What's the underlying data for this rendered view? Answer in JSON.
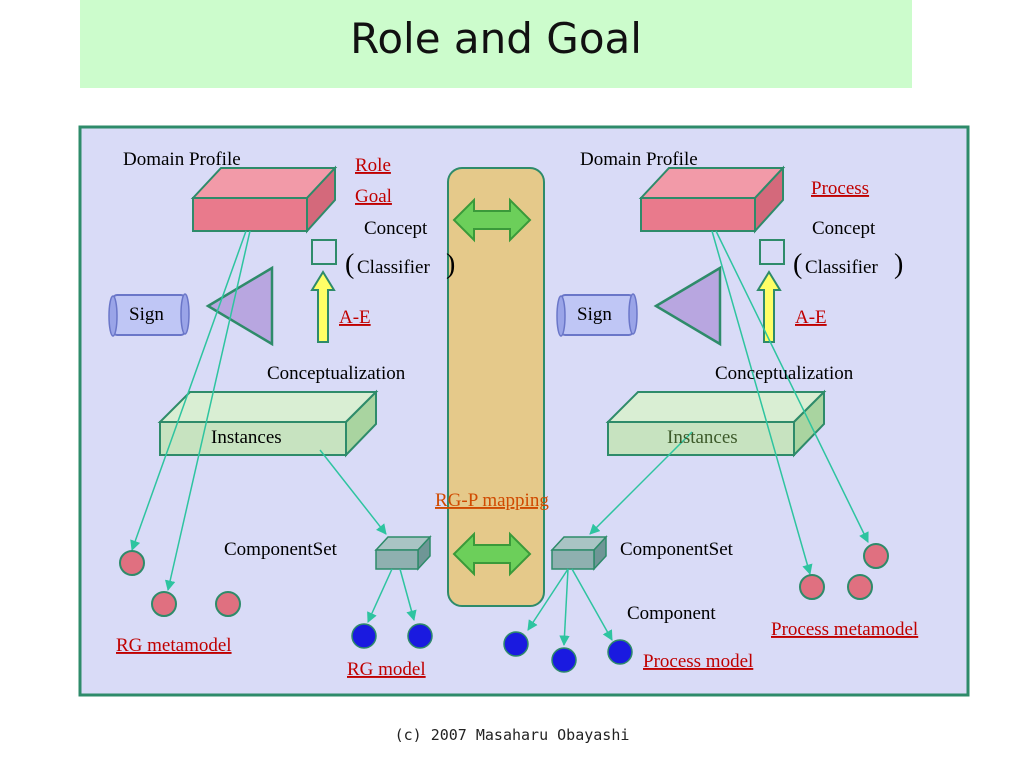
{
  "slide": {
    "title": "Role and Goal",
    "footer": "(c) 2007 Masaharu Obayashi"
  },
  "colors": {
    "title_background": "#ccfccc",
    "panel_background": "#d9dbf7",
    "panel_border": "#2e8b6a",
    "profile_box": "#e97a8c",
    "instances_box": "#c7e3c0",
    "mapping_column": "#e5c98a",
    "link_arrow": "#2ec4a0",
    "instance_circle_red": "#e07080",
    "instance_circle_blue": "#1a1ae0"
  },
  "left": {
    "domain_profile": "Domain Profile",
    "role": "Role",
    "goal": "Goal",
    "concept": "Concept",
    "classifier": "Classifier",
    "sign": "Sign",
    "ae": "A-E",
    "conceptualization": "Conceptualization",
    "instances": "Instances",
    "component_set": "ComponentSet",
    "metamodel": "RG metamodel",
    "model": "RG model"
  },
  "right": {
    "domain_profile": "Domain Profile",
    "process": "Process",
    "concept": "Concept",
    "classifier": "Classifier",
    "sign": "Sign",
    "ae": "A-E",
    "conceptualization": "Conceptualization",
    "instances": "Instances",
    "component_set": "ComponentSet",
    "component": "Component",
    "metamodel": "Process metamodel",
    "model": "Process model"
  },
  "center": {
    "mapping_label": "RG-P mapping"
  },
  "icons": {
    "double_arrow": "double-arrow-icon",
    "up_arrow": "up-arrow-icon",
    "scroll": "scroll-icon",
    "triangle": "triangle-icon"
  }
}
